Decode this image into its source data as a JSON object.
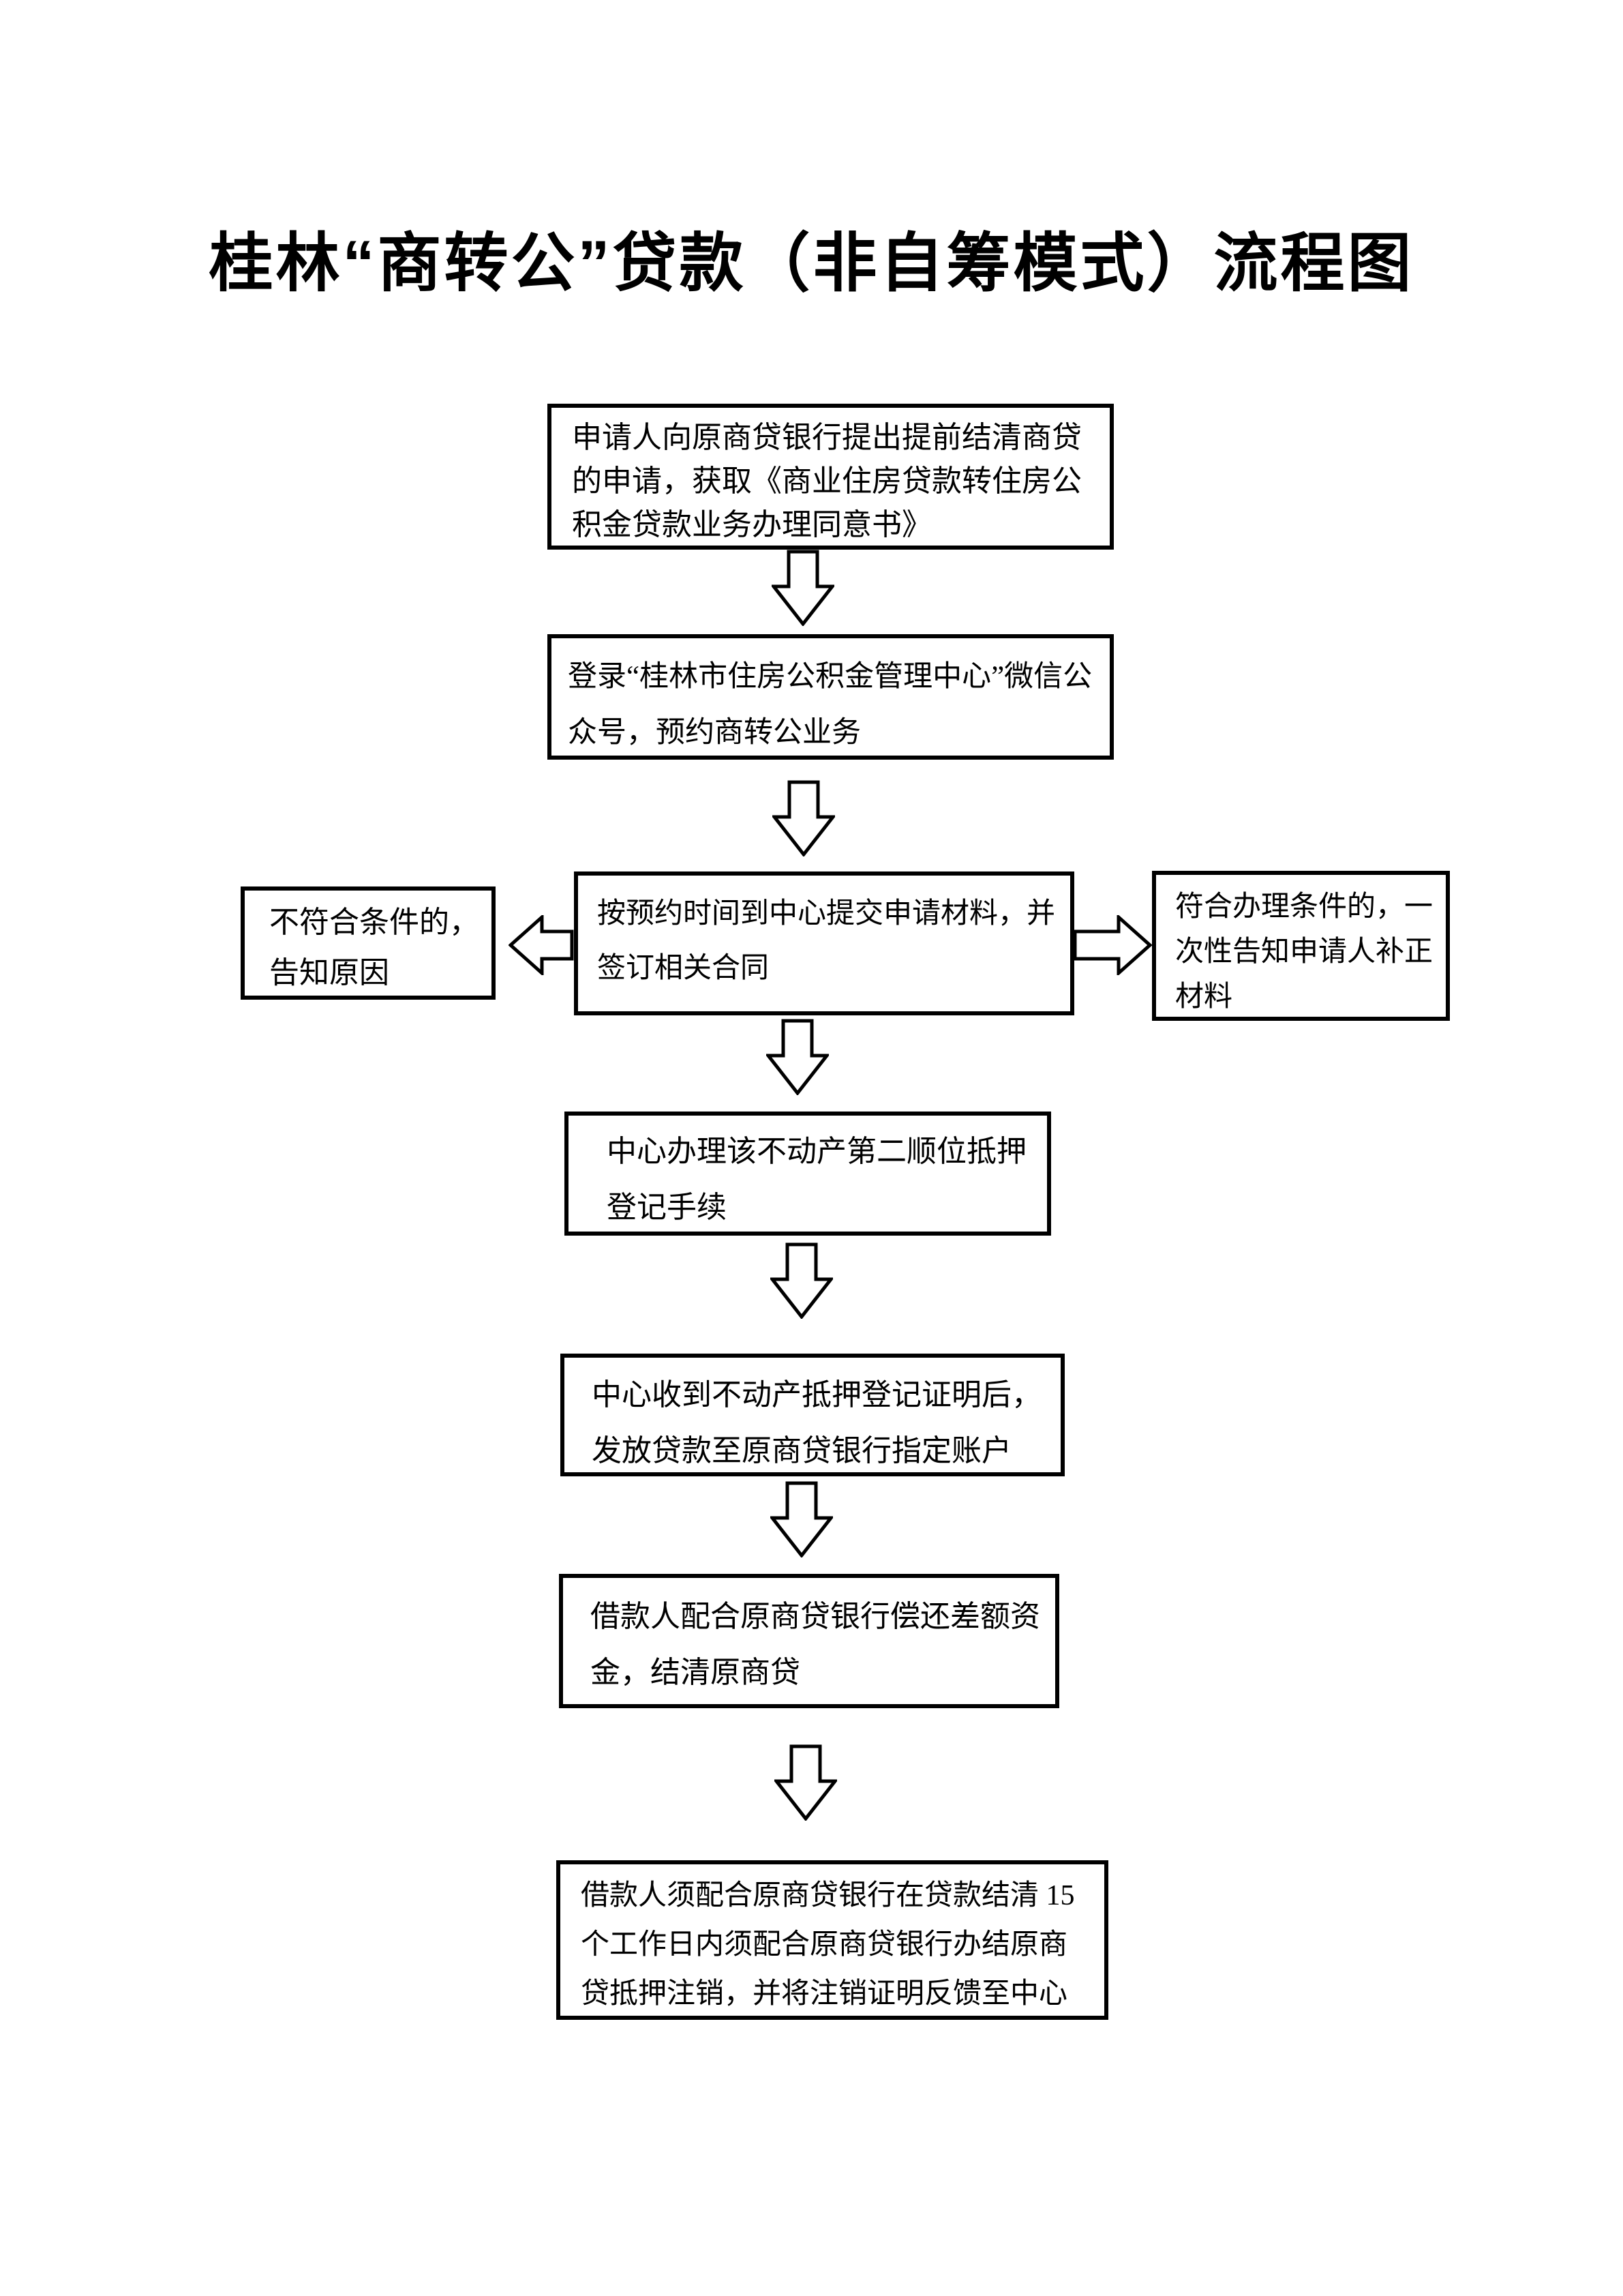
{
  "title": "桂林“商转公”贷款（非自筹模式）流程图",
  "steps": {
    "apply": "申请人向原商贷银行提出提前结清商贷的申请，获取《商业住房贷款转住房公积金贷款业务办理同意书》",
    "reserve": "登录“桂林市住房公积金管理中心”微信公众号，预约商转公业务",
    "submit": "按预约时间到中心提交申请材料，并签订相关合同",
    "reject": "不符合条件的，告知原因",
    "supplement": "符合办理条件的，一次性告知申请人补正材料",
    "mortgage": "中心办理该不动产第二顺位抵押登记手续",
    "disburse": "中心收到不动产抵押登记证明后，发放贷款至原商贷银行指定账户",
    "repay": "借款人配合原商贷银行偿还差额资金，结清原商贷",
    "cancel": "借款人须配合原商贷银行在贷款结清 15 个工作日内须配合原商贷银行办结原商贷抵押注销，并将注销证明反馈至中心"
  },
  "icons": {
    "down_arrow": "down-block-arrow-icon",
    "left_arrow": "left-block-arrow-icon",
    "right_arrow": "right-block-arrow-icon"
  },
  "colors": {
    "ink": "#000000",
    "paper": "#ffffff"
  }
}
